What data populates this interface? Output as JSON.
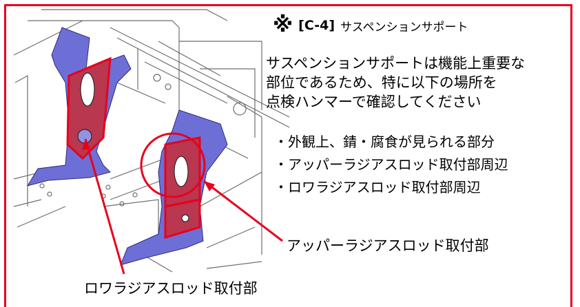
{
  "heading": {
    "mark": "※",
    "code": "[C-4]",
    "name": "サスペンションサポート"
  },
  "description": {
    "lines": [
      "サスペンションサポートは機能上重要な",
      "部位であるため、特に以下の場所を",
      "点検ハンマーで確認してください"
    ]
  },
  "bullets": [
    "・外観上、錆・腐食が見られる部分",
    "・アッパーラジアスロッド取付部周辺",
    "・ロワラジアスロッド取付部周辺"
  ],
  "callouts": {
    "upper": "アッパーラジアスロッド取付部",
    "lower": "ロワラジアスロッド取付部"
  },
  "colors": {
    "accent_red": "#e8001c",
    "bracket_blue": "#6e6fd6",
    "highlight_red": "#b9374f",
    "line_gray": "#6d6d6d"
  }
}
